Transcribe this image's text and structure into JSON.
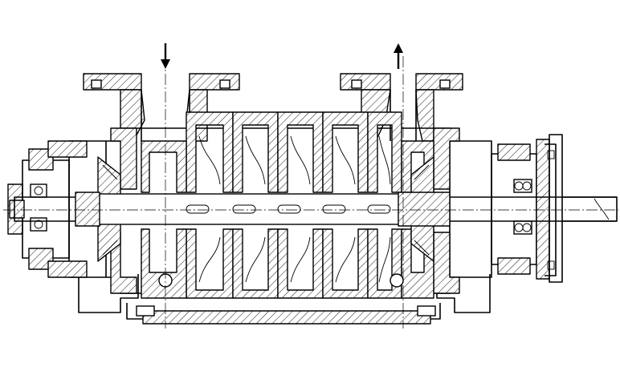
{
  "diagram": {
    "subject": "multistage-centrifugal-pump-cross-section",
    "stage_count": 5,
    "flow_arrows": [
      {
        "id": "suction",
        "direction": "down"
      },
      {
        "id": "discharge",
        "direction": "up"
      }
    ],
    "line_color": "#000000",
    "background": "#ffffff"
  }
}
